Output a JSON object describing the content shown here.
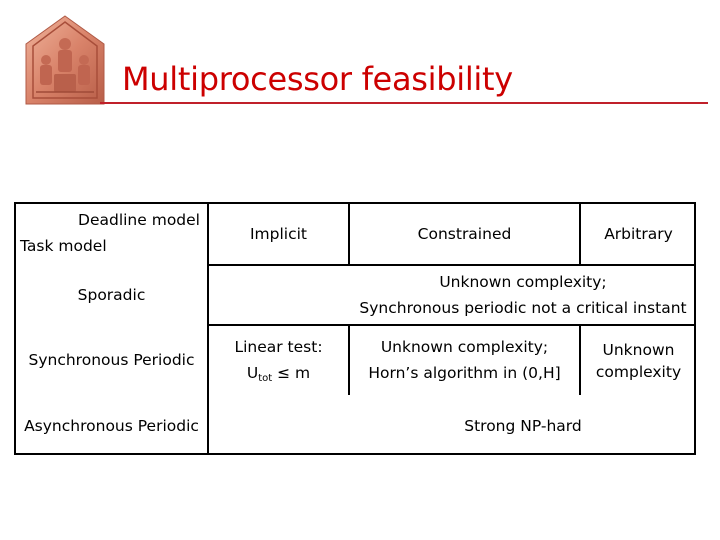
{
  "slide": {
    "title": "Multiprocessor feasibility",
    "logo_icon": "carved-relief-logo"
  },
  "table": {
    "header": {
      "deadline_model": "Deadline model",
      "task_model": "Task model",
      "implicit": "Implicit",
      "constrained": "Constrained",
      "arbitrary": "Arbitrary"
    },
    "rows": {
      "sporadic": "Sporadic",
      "synchronous_periodic": "Synchronous Periodic",
      "asynchronous_periodic": "Asynchronous Periodic"
    },
    "cells": {
      "sporadic_constrained_arbitrary_line1": "Unknown complexity;",
      "sporadic_constrained_arbitrary_line2": "Synchronous periodic not a critical instant",
      "linear_test_line1": "Linear test:",
      "linear_test_u": "U",
      "linear_test_sub": "tot",
      "linear_test_rest": " ≤ m",
      "sync_constrained_line1": "Unknown complexity;",
      "sync_constrained_line2": "Horn’s algorithm in (0,H]",
      "sync_arbitrary_line1": "Unknown",
      "sync_arbitrary_line2": "complexity",
      "async_strong_np_hard": "Strong NP-hard"
    }
  },
  "colors": {
    "title": "#cc0000",
    "title_rule": "#c0202a",
    "logo_stone": "#d9836a"
  }
}
